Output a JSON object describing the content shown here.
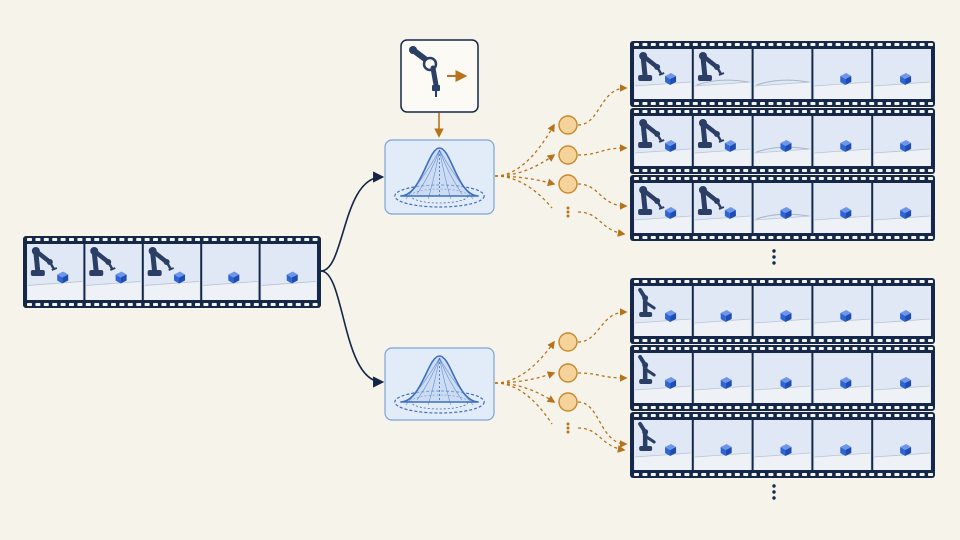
{
  "colors": {
    "background": "#f6f3ea",
    "film_frame": "#16284a",
    "film_hole": "#f4f4f0",
    "cell_bg": "#dfe8f4",
    "table": "#eef1f6",
    "cube": "#2d64d6",
    "robot": "#2b3f66",
    "flow_arrow": "#142646",
    "sample_arrow": "#b8731a",
    "sample_node_fill": "#f6d39a",
    "sample_node_stroke": "#c88a2e",
    "gaussian_box_fill": "#e2ecf8",
    "gaussian_box_stroke": "#7ea4d6",
    "gaussian_curve": "#3d6fc2"
  },
  "icons": {
    "action_conditioning": "robot-arm-with-action-arrow-icon",
    "distribution": "gaussian-distribution-icon",
    "sample": "sample-node-icon",
    "continuation": "vertical-ellipsis-icon"
  },
  "diagram": {
    "input_strip": {
      "frames": [
        {
          "robot": "reaching",
          "cube": true
        },
        {
          "robot": "reaching",
          "cube": true
        },
        {
          "robot": "reaching",
          "cube": true
        },
        {
          "robot": "none",
          "cube": true
        },
        {
          "robot": "none",
          "cube": true
        }
      ]
    },
    "branches": [
      {
        "name": "action-conditioned",
        "has_action_icon": true,
        "sample_nodes": 3,
        "has_more_samples": true,
        "outputs": [
          {
            "frames": [
              {
                "robot": "reaching",
                "cube": true
              },
              {
                "robot": "reaching",
                "cube": false,
                "cloth": true
              },
              {
                "robot": "none",
                "cube": false,
                "cloth": true
              },
              {
                "robot": "none",
                "cube": true
              },
              {
                "robot": "none",
                "cube": true
              }
            ]
          },
          {
            "frames": [
              {
                "robot": "reaching",
                "cube": true
              },
              {
                "robot": "reaching",
                "cube": true
              },
              {
                "robot": "none",
                "cube": true,
                "cloth": true
              },
              {
                "robot": "none",
                "cube": true
              },
              {
                "robot": "none",
                "cube": true
              }
            ]
          },
          {
            "frames": [
              {
                "robot": "reaching",
                "cube": true
              },
              {
                "robot": "reaching",
                "cube": true
              },
              {
                "robot": "none",
                "cube": true,
                "cloth": true
              },
              {
                "robot": "none",
                "cube": true
              },
              {
                "robot": "none",
                "cube": true
              }
            ]
          }
        ]
      },
      {
        "name": "unconditioned",
        "has_action_icon": false,
        "sample_nodes": 3,
        "has_more_samples": true,
        "outputs": [
          {
            "frames": [
              {
                "robot": "upright",
                "cube": true
              },
              {
                "robot": "none",
                "cube": true
              },
              {
                "robot": "none",
                "cube": true
              },
              {
                "robot": "none",
                "cube": true
              },
              {
                "robot": "none",
                "cube": true
              }
            ]
          },
          {
            "frames": [
              {
                "robot": "upright",
                "cube": true
              },
              {
                "robot": "none",
                "cube": true
              },
              {
                "robot": "none",
                "cube": true
              },
              {
                "robot": "none",
                "cube": true
              },
              {
                "robot": "none",
                "cube": true
              }
            ]
          },
          {
            "frames": [
              {
                "robot": "upright",
                "cube": true
              },
              {
                "robot": "none",
                "cube": true
              },
              {
                "robot": "none",
                "cube": true
              },
              {
                "robot": "none",
                "cube": true
              },
              {
                "robot": "none",
                "cube": true
              }
            ]
          }
        ]
      }
    ]
  }
}
